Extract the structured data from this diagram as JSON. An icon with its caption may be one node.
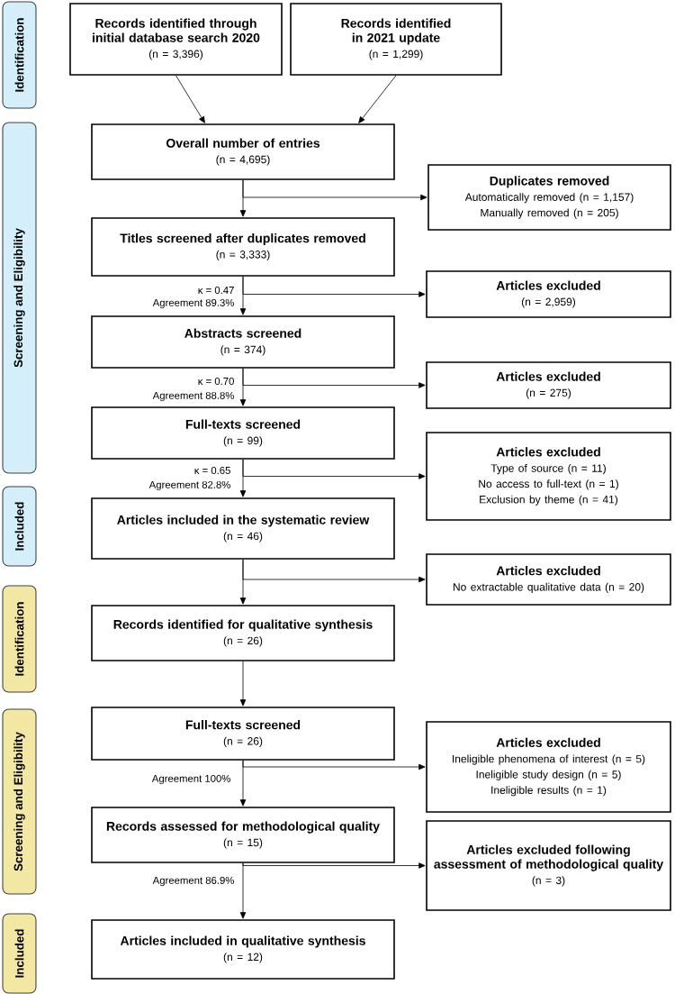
{
  "diagram": {
    "nodes": [
      {
        "text": [
          "Identification"
        ]
      },
      {
        "text": [
          "Screening and Eligibility"
        ]
      },
      {
        "text": [
          "Included"
        ]
      },
      {
        "text": [
          "Identification"
        ]
      },
      {
        "text": [
          "Screening and Eligibility"
        ]
      },
      {
        "text": [
          "Included"
        ]
      },
      {
        "text": [
          "Records identified through initial database search 2020",
          "(n = 3,396)"
        ]
      },
      {
        "text": [
          "Records identified in 2021 update",
          "(n = 1,299)"
        ]
      },
      {
        "text": [
          "Overall number of entries",
          "(n = 4,695)"
        ]
      },
      {
        "text": [
          "Duplicates removed",
          "Automatically removed (n = 1,157)",
          "Manually removed (n = 205)"
        ]
      },
      {
        "text": [
          "Titles screened after duplicates removed",
          "(n = 3,333)"
        ]
      },
      {
        "text": [
          "Articles excluded",
          "(n = 2,959)"
        ]
      },
      {
        "text": [
          "Abstracts screened",
          "(n = 374)"
        ]
      },
      {
        "text": [
          "Articles excluded",
          "(n = 275)"
        ]
      },
      {
        "text": [
          "Full-texts screened",
          "(n = 99)"
        ]
      },
      {
        "text": [
          "Articles excluded",
          "Type of source (n = 11)",
          "No access to full-text (n = 1)",
          "Exclusion by theme (n = 41)"
        ]
      },
      {
        "text": [
          "Articles included in the systematic review",
          "(n = 46)"
        ]
      },
      {
        "text": [
          "Articles excluded",
          "No extractable qualitative data (n = 20)"
        ]
      },
      {
        "text": [
          "Records identified for qualitative synthesis",
          "(n = 26)"
        ]
      },
      {
        "text": [
          "Full-texts screened",
          "(n = 26)"
        ]
      },
      {
        "text": [
          "Articles excluded",
          "Ineligible phenomena of interest (n = 5)",
          "Ineligible study design (n = 5)",
          "Ineligible results (n = 1)"
        ]
      },
      {
        "text": [
          "Records assessed for methodological quality",
          "(n = 15)"
        ]
      },
      {
        "text": [
          "Articles excluded following assessment of methodological quality",
          "(n = 3)"
        ]
      },
      {
        "text": [
          "Articles included in qualitative synthesis",
          "(n = 12)"
        ]
      }
    ],
    "edges": [
      {
        "from": 6,
        "to": 8,
        "arrow": "to"
      },
      {
        "from": 7,
        "to": 8,
        "arrow": "to"
      },
      {
        "from": 8,
        "to": 10,
        "arrow": "to"
      },
      {
        "from": 8,
        "to": 9,
        "arrow": "to"
      },
      {
        "from": 10,
        "to": 12,
        "arrow": "to"
      },
      {
        "from": 10,
        "to": 11,
        "arrow": "to"
      },
      {
        "from": 12,
        "to": 14,
        "arrow": "to"
      },
      {
        "from": 12,
        "to": 13,
        "arrow": "to"
      },
      {
        "from": 14,
        "to": 16,
        "arrow": "to"
      },
      {
        "from": 14,
        "to": 15,
        "arrow": "to"
      },
      {
        "from": 16,
        "to": 18,
        "arrow": "to"
      },
      {
        "from": 16,
        "to": 17,
        "arrow": "to"
      },
      {
        "from": 18,
        "to": 19,
        "arrow": "to"
      },
      {
        "from": 19,
        "to": 21,
        "arrow": "to"
      },
      {
        "from": 19,
        "to": 20,
        "arrow": "to"
      },
      {
        "from": 21,
        "to": 23,
        "arrow": "to"
      },
      {
        "from": 21,
        "to": 22,
        "arrow": "to"
      }
    ],
    "labels": [
      "κ = 0.47",
      "Agreement 89.3%",
      "κ = 0.70",
      "Agreement 88.8%",
      "κ = 0.65",
      "Agreement 82.8%",
      "Agreement 100%",
      "Agreement 86.9%"
    ]
  }
}
